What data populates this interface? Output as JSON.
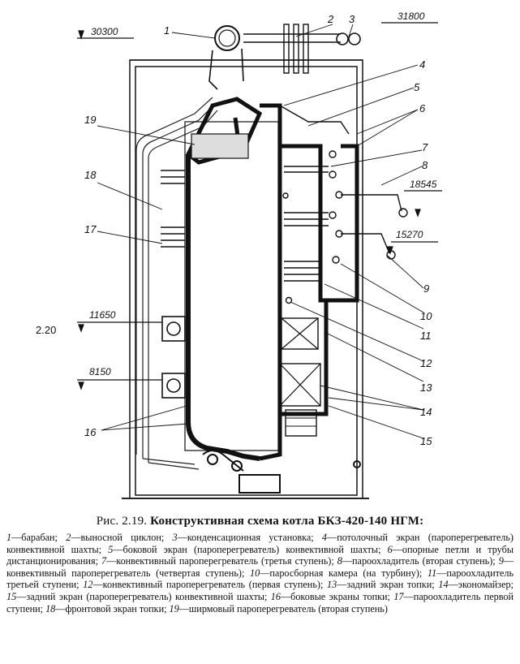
{
  "figure": {
    "side_label": "2.20",
    "elevations": [
      "30300",
      "31800",
      "18545",
      "15270",
      "11650",
      "8150"
    ],
    "callouts": [
      "1",
      "2",
      "3",
      "4",
      "5",
      "6",
      "7",
      "8",
      "9",
      "10",
      "11",
      "12",
      "13",
      "14",
      "15",
      "16",
      "17",
      "18",
      "19"
    ]
  },
  "caption": {
    "fig_label": "Рис. 2.19.",
    "title": "Конструктивная схема котла БКЗ-420-140 НГМ:",
    "legend": [
      {
        "n": "1",
        "text": "барабан"
      },
      {
        "n": "2",
        "text": "выносной циклон"
      },
      {
        "n": "3",
        "text": "конденсационная установка"
      },
      {
        "n": "4",
        "text": "потолочный экран (пароперегреватель) конвективной шахты"
      },
      {
        "n": "5",
        "text": "боковой экран (пароперегреватель) конвективной шахты"
      },
      {
        "n": "6",
        "text": "опорные петли и трубы дистанционирования"
      },
      {
        "n": "7",
        "text": "конвективный пароперегреватель (третья ступень)"
      },
      {
        "n": "8",
        "text": "пароохладитель (вторая ступень)"
      },
      {
        "n": "9",
        "text": "конвективный пароперегреватель (четвертая ступень)"
      },
      {
        "n": "10",
        "text": "паросборная камера (на турбину)"
      },
      {
        "n": "11",
        "text": "пароохладитель третьей ступени"
      },
      {
        "n": "12",
        "text": "конвективный пароперегреватель (первая ступень)"
      },
      {
        "n": "13",
        "text": "задний экран топки"
      },
      {
        "n": "14",
        "text": "экономайзер"
      },
      {
        "n": "15",
        "text": "задний экран (пароперегреватель) конвективной шахты"
      },
      {
        "n": "16",
        "text": "боковые экраны топки"
      },
      {
        "n": "17",
        "text": "пароохладитель первой ступени"
      },
      {
        "n": "18",
        "text": "фронтовой экран топки"
      },
      {
        "n": "19",
        "text": "ширмовый пароперегреватель (вторая ступень)"
      }
    ]
  }
}
